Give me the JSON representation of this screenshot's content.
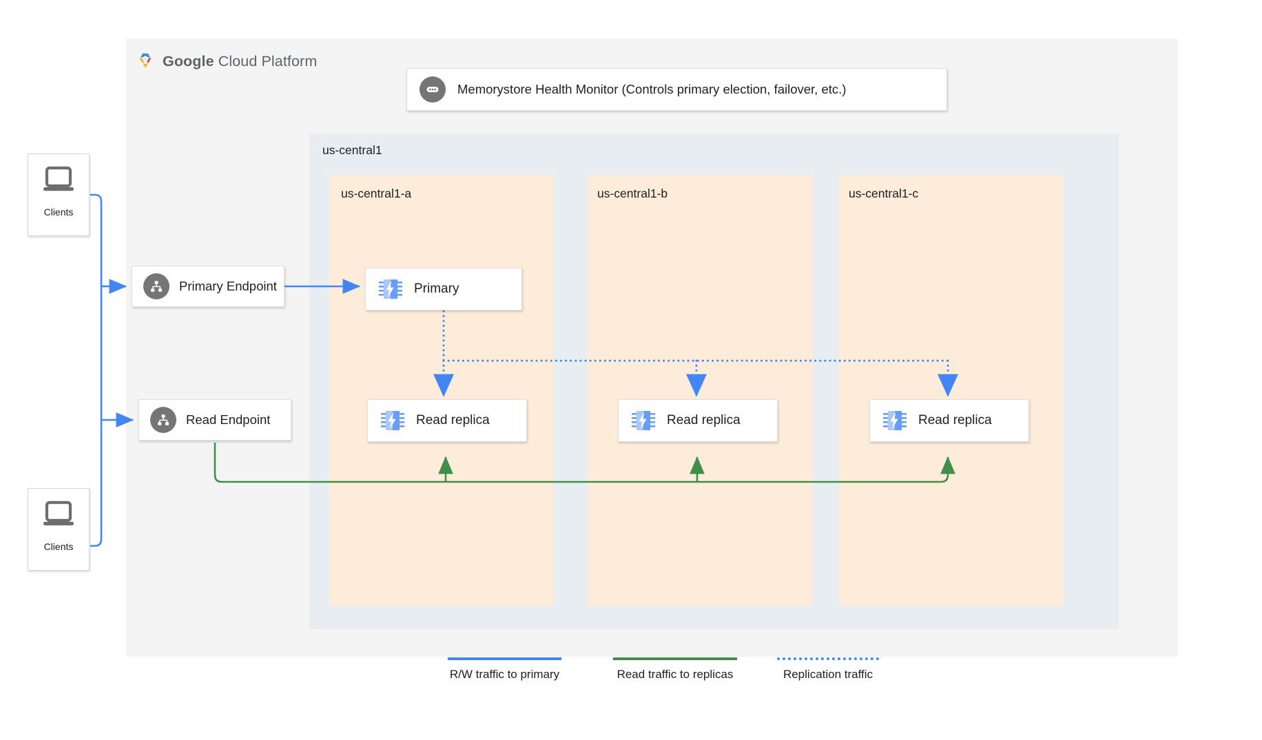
{
  "platform": {
    "logo_text_bold": "Google",
    "logo_text_light": " Cloud Platform",
    "logo_icon": "google-cloud-hexagon-icon"
  },
  "health_monitor": {
    "label": "Memorystore Health Monitor (Controls primary election, failover, etc.)",
    "icon": "health-monitor-icon"
  },
  "region": {
    "label": "us-central1"
  },
  "zones": [
    {
      "label": "us-central1-a",
      "node": {
        "label": "Primary",
        "icon": "memorystore-chip-icon"
      }
    },
    {
      "label": "us-central1-b",
      "node": {
        "label": "Read replica",
        "icon": "memorystore-chip-icon"
      }
    },
    {
      "label": "us-central1-c",
      "node": {
        "label": "Read replica",
        "icon": "memorystore-chip-icon"
      }
    }
  ],
  "zone_a_replica": {
    "label": "Read replica",
    "icon": "memorystore-chip-icon"
  },
  "endpoints": [
    {
      "label": "Primary Endpoint",
      "icon": "endpoint-hierarchy-icon"
    },
    {
      "label": "Read Endpoint",
      "icon": "endpoint-hierarchy-icon"
    }
  ],
  "clients": [
    {
      "label": "Clients",
      "icon": "laptop-icon"
    },
    {
      "label": "Clients",
      "icon": "laptop-icon"
    }
  ],
  "legend": [
    {
      "label": "R/W traffic to primary",
      "style": "solid",
      "color": "#4285f4"
    },
    {
      "label": "Read traffic to replicas",
      "style": "solid",
      "color": "#3f8f48"
    },
    {
      "label": "Replication traffic",
      "style": "dotted",
      "color": "#4285f4"
    }
  ],
  "colors": {
    "panel_bg": "#f4f4f4",
    "region_bg": "#e8edf1",
    "zone_bg": "#fdecd9",
    "rw_traffic": "#4285f4",
    "read_traffic": "#3f8f48",
    "replication": "#4285f4",
    "icon_gray": "#757575",
    "chip_light": "#a8c7fa",
    "chip_dark": "#669df6"
  }
}
